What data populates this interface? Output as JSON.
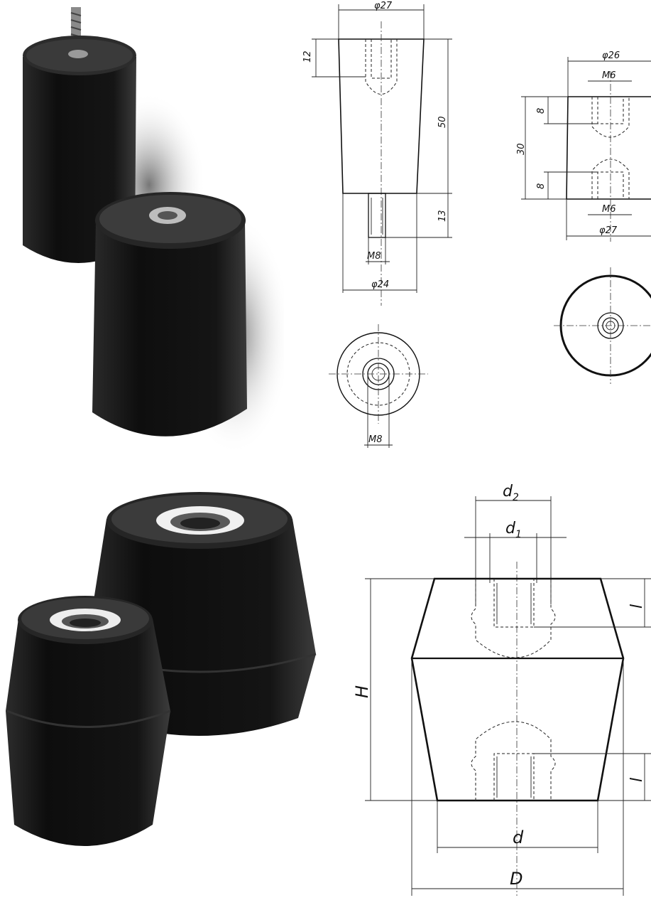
{
  "top_drawing_1": {
    "diameter_top": "φ27",
    "height_thread_depth": "12",
    "height_body": "50",
    "stud_length": "13",
    "stud_thread": "M8",
    "diameter_bottom": "φ24",
    "end_view_thread": "M8"
  },
  "top_drawing_2": {
    "diameter_top": "φ26",
    "thread_top": "M6",
    "depth_top": "8",
    "height": "30",
    "depth_bottom": "8",
    "thread_bottom": "M6",
    "diameter_bottom": "φ27"
  },
  "bottom_drawing": {
    "d2": "d",
    "d2_sub": "2",
    "d1": "d",
    "d1_sub": "1",
    "l_top": "l",
    "H": "H",
    "l_bottom": "l",
    "d": "d",
    "D": "D"
  },
  "colors": {
    "rubber": "#141414",
    "line": "#111111",
    "background": "#ffffff"
  }
}
